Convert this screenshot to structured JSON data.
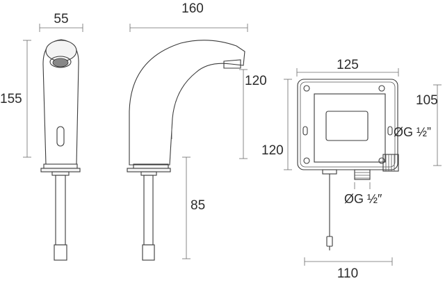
{
  "dimensions": {
    "front_width": "55",
    "front_height": "155",
    "side_width": "160",
    "side_spout_height": "120",
    "side_tail_length": "85",
    "box_width": "125",
    "box_height": "120",
    "box_right_height": "105",
    "box_bottom_width": "110",
    "thread_right": "ØG ½”",
    "thread_bottom": "ØG ½″"
  }
}
